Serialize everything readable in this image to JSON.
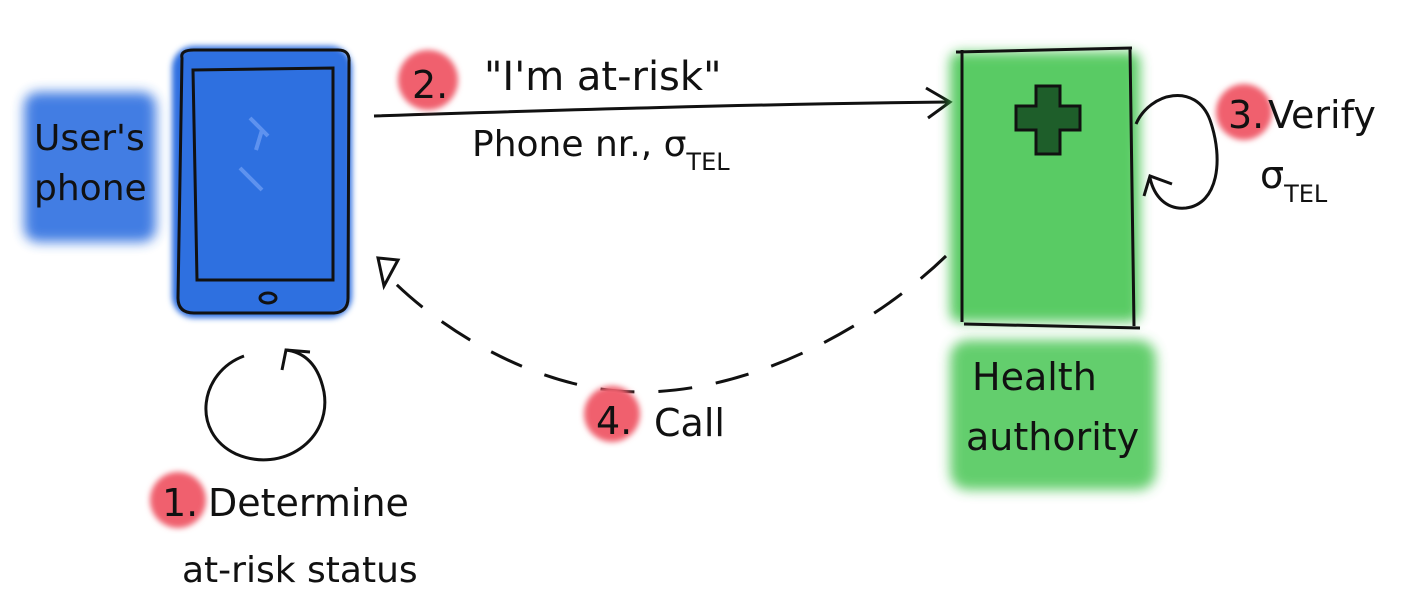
{
  "nodes": {
    "user_phone": {
      "label_line1": "User's",
      "label_line2": "phone",
      "color": "#2f6fe0"
    },
    "health_authority": {
      "label_line1": "Health",
      "label_line2": "authority",
      "color": "#3cc24a"
    }
  },
  "steps": {
    "step1": {
      "number": "1.",
      "text_line1": "Determine",
      "text_line2": "at-risk status"
    },
    "step2": {
      "number": "2.",
      "message": "\"I'm at-risk\"",
      "payload_text": "Phone nr., σ",
      "payload_subscript": "TEL"
    },
    "step3": {
      "number": "3.",
      "text": "Verify",
      "sigma": "σ",
      "sigma_subscript": "TEL"
    },
    "step4": {
      "number": "4.",
      "text": "Call"
    }
  },
  "colors": {
    "marker": "#f0606e",
    "ink": "#111111",
    "cross": "#1e5e2a"
  },
  "icons": {
    "medical_cross": "cross-icon"
  }
}
